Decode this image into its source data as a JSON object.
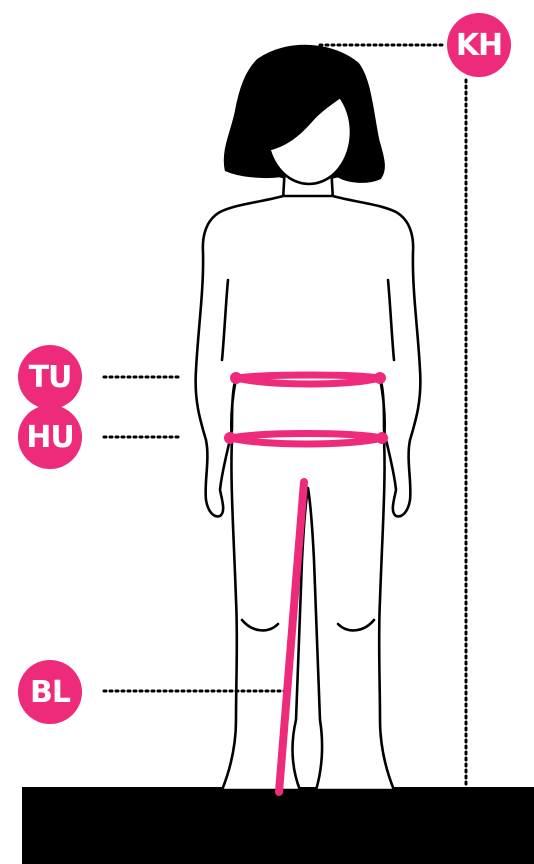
{
  "colors": {
    "accent": "#EE2A7B",
    "outline": "#000000",
    "background": "#FFFFFF",
    "floor": "#000000"
  },
  "labels": {
    "kh": "KH",
    "tu": "TU",
    "hu": "HU",
    "bl": "BL"
  },
  "icons": {
    "figure": "child-body-outline-icon"
  }
}
